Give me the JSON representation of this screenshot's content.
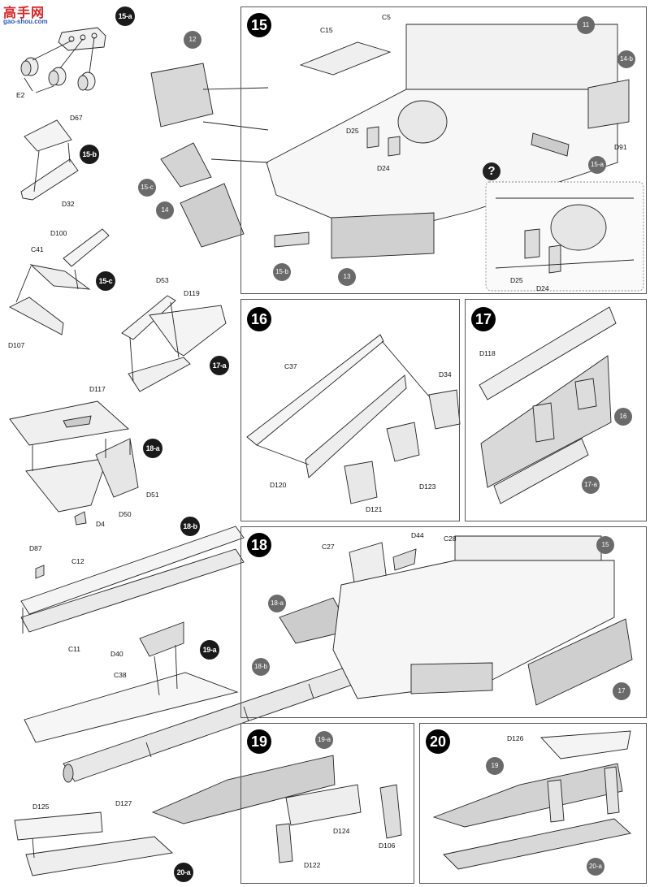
{
  "watermark": {
    "main": "高手网",
    "sub": "gao-shou.com"
  },
  "steps": {
    "s15": "15",
    "s16": "16",
    "s17": "17",
    "s18": "18",
    "s19": "19",
    "s20": "20"
  },
  "subassemblies": {
    "a15a": "15-a",
    "a15b": "15-b",
    "a15c": "15-c",
    "a17a": "17-a",
    "a18a": "18-a",
    "a18b": "18-b",
    "a19a": "19-a",
    "a20a": "20-a"
  },
  "refs": {
    "r12": "12",
    "r11": "11",
    "r14b": "14-b",
    "r15c": "15-c",
    "r14": "14",
    "r15b": "15-b",
    "r13": "13",
    "r15a": "15-a",
    "r16": "16",
    "r17a": "17-a",
    "r18a": "18-a",
    "r15": "15",
    "r18b": "18-b",
    "r17": "17",
    "r19a": "19-a",
    "r19": "19",
    "r20a": "20-a"
  },
  "parts": {
    "E2": "E2",
    "D67": "D67",
    "D32": "D32",
    "D100": "D100",
    "C41": "C41",
    "D107": "D107",
    "D53": "D53",
    "D119": "D119",
    "D117": "D117",
    "D51": "D51",
    "D50": "D50",
    "D4": "D4",
    "D87": "D87",
    "C12": "C12",
    "C11": "C11",
    "D40": "D40",
    "C38": "C38",
    "D125": "D125",
    "D127": "D127",
    "C15": "C15",
    "C5": "C5",
    "D25": "D25",
    "D24": "D24",
    "D91": "D91",
    "D25b": "D25",
    "D24b": "D24",
    "C37": "C37",
    "D34": "D34",
    "D120": "D120",
    "D123": "D123",
    "D121": "D121",
    "D118": "D118",
    "C27": "C27",
    "D44": "D44",
    "C28": "C28",
    "D124": "D124",
    "D122": "D122",
    "D106": "D106",
    "D126": "D126"
  },
  "detail_mark": "?"
}
